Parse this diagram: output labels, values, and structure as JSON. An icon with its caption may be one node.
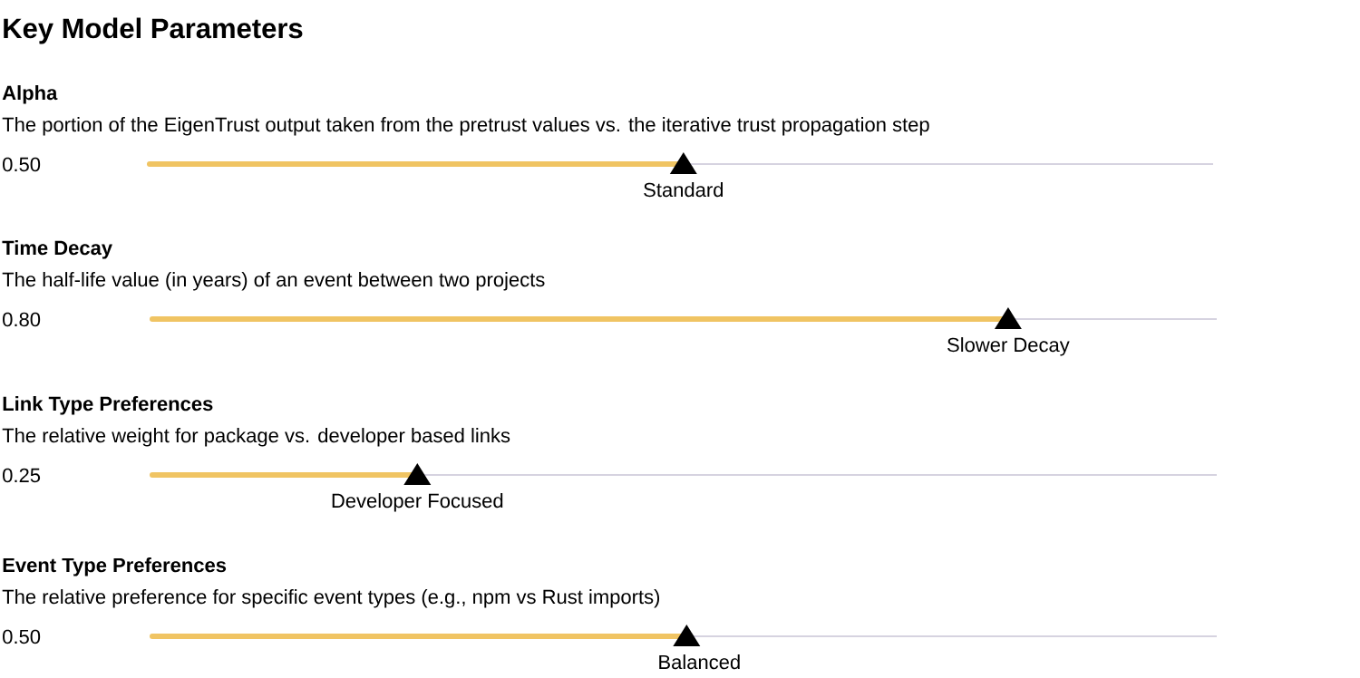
{
  "diagram": {
    "title": "Key Model Parameters",
    "labels": [
      "Alpha",
      "The portion of the EigenTrust output taken from the pretrust values vs. the iterative trust propagation step",
      "0.50",
      "Standard",
      "Time Decay",
      "The half-life value (in years) of an event between two projects",
      "0.80",
      "Slower Decay",
      "Link Type Preferences",
      "The relative weight for package vs. developer based links",
      "0.25",
      "Developer Focused",
      "Event Type Preferences",
      "The relative preference for specific event types (e.g., npm vs Rust imports)",
      "0.50",
      "Balanced"
    ]
  }
}
